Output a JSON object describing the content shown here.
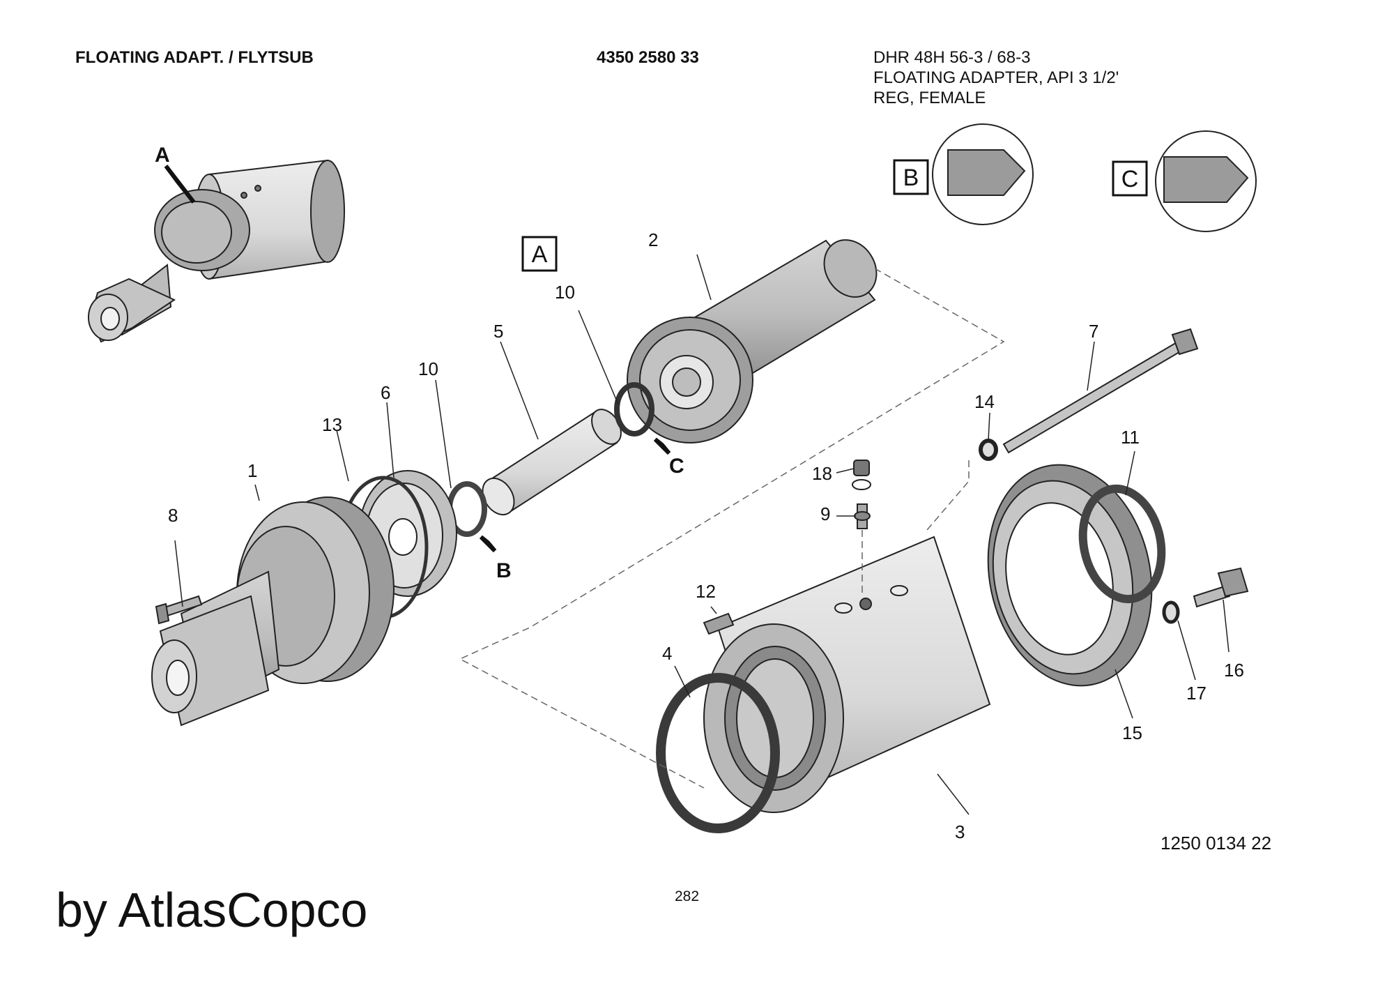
{
  "header": {
    "title": "FLOATING ADAPT. / FLYTSUB",
    "part_number": "4350 2580 33",
    "description_lines": [
      "DHR 48H 56-3 / 68-3",
      "FLOATING ADAPTER, API 3 1/2'",
      "REG, FEMALE"
    ]
  },
  "callouts": {
    "n1": "1",
    "n2": "2",
    "n3": "3",
    "n4": "4",
    "n5": "5",
    "n6": "6",
    "n7": "7",
    "n8": "8",
    "n9": "9",
    "n10a": "10",
    "n10b": "10",
    "n11": "11",
    "n12": "12",
    "n13": "13",
    "n14": "14",
    "n15": "15",
    "n16": "16",
    "n17": "17",
    "n18": "18"
  },
  "detail_markers": {
    "a": "A",
    "b": "B",
    "c": "C"
  },
  "detail_boxes": {
    "a": "A",
    "b": "B",
    "c": "C"
  },
  "drawing_number": "1250 0134 22",
  "page_number": "282",
  "brand": "by AtlasCopco"
}
